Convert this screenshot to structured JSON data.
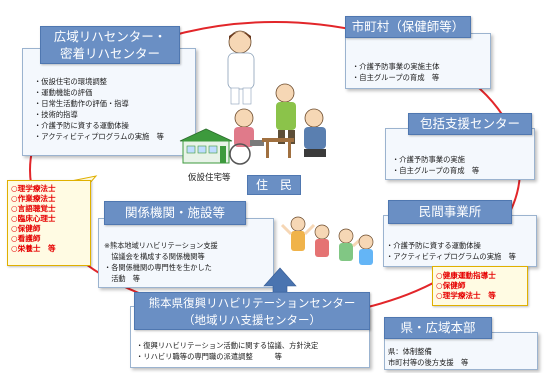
{
  "colors": {
    "ring": "#e2262a",
    "header_bg": "#6a8fc4",
    "header_border": "#4f77b0",
    "red_text": "#e60000",
    "arrow": "#4a74b0"
  },
  "icons": {
    "house": "house-icon",
    "people_top": "elderly-care-illustration",
    "people_bottom": "group-exercise-illustration"
  },
  "regional_center": {
    "title_line1": "広域リハセンター・",
    "title_line2": "密着リハセンター",
    "items": [
      "仮設住宅の環境調整",
      "運動機能の評価",
      "日常生活動作の評価・指導",
      "技術的指導",
      "介護予防に資する運動体操",
      "アクティビティプログラムの実施　等"
    ]
  },
  "professions_left": [
    "理学療法士",
    "作業療法士",
    "言語聴覚士",
    "臨床心理士",
    "保健師",
    "看護師",
    "栄養士　等"
  ],
  "municipality": {
    "title": "市町村（保健師等）",
    "items": [
      "介護予防事業の実施主体",
      "自主グループの育成　等"
    ]
  },
  "comprehensive_center": {
    "title": "包括支援センター",
    "items": [
      "介護予防事業の実施",
      "自主グループの育成　等"
    ]
  },
  "temporary_housing_label": "仮設住宅等",
  "residents_label": "住　民",
  "related_orgs": {
    "title": "関係機関・施設等",
    "items": [
      "※熊本地域リハビリテーション支援",
      "　協議会を構成する関係機関等",
      "・各関係機関の専門性を生かした",
      "　活動　等"
    ]
  },
  "private_business": {
    "title": "民間事業所",
    "items": [
      "介護予防に資する運動体操",
      "アクティビティプログラムの実施　等"
    ]
  },
  "professions_right": [
    "健康運動指導士",
    "保健師",
    "理学療法士　等"
  ],
  "support_center": {
    "title_line1": "熊本県復興リハビリテーションセンター",
    "title_line2": "（地域リハ支援センター）",
    "items": [
      "復興リハビリテーション活動に関する協議、方針決定",
      "リハビリ職等の専門職の派遣調整　　　等"
    ]
  },
  "prefecture_hq": {
    "title": "県・広域本部",
    "items": [
      "県：体制整備",
      "市町村等の後方支援　等"
    ]
  }
}
